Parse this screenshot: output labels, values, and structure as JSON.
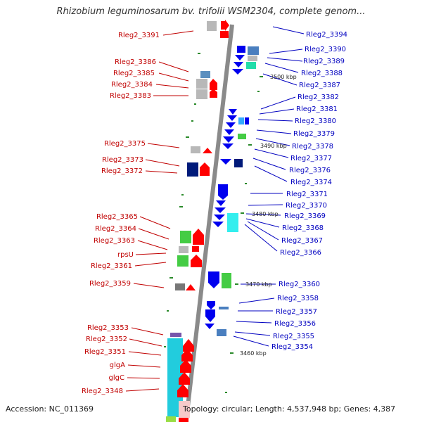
{
  "title": "Rhizobium leguminosarum bv. trifolii WSM2304, complete genom...",
  "footer": {
    "accession": "Accession: NC_011369",
    "topology": "Topology: circular; Length: 4,537,948 bp; Genes: 4,387"
  },
  "ruler": [
    "3500 kbp",
    "3490 kbp",
    "3480 kbp",
    "3470 kbp",
    "3460 kbp"
  ],
  "left_labels": [
    "Rleg2_3391",
    "Rleg2_3386",
    "Rleg2_3385",
    "Rleg2_3384",
    "Rleg2_3383",
    "Rleg2_3375",
    "Rleg2_3373",
    "Rleg2_3372",
    "Rleg2_3365",
    "Rleg2_3364",
    "Rleg2_3363",
    "rpsU",
    "Rleg2_3361",
    "Rleg2_3359",
    "Rleg2_3353",
    "Rleg2_3352",
    "Rleg2_3351",
    "glgA",
    "glgC",
    "Rleg2_3348"
  ],
  "right_labels": [
    "Rleg2_3394",
    "Rleg2_3390",
    "Rleg2_3389",
    "Rleg2_3388",
    "Rleg2_3387",
    "Rleg2_3382",
    "Rleg2_3381",
    "Rleg2_3380",
    "Rleg2_3379",
    "Rleg2_3378",
    "Rleg2_3377",
    "Rleg2_3376",
    "Rleg2_3374",
    "Rleg2_3371",
    "Rleg2_3370",
    "Rleg2_3369",
    "Rleg2_3368",
    "Rleg2_3367",
    "Rleg2_3366",
    "Rleg2_3360",
    "Rleg2_3358",
    "Rleg2_3357",
    "Rleg2_3356",
    "Rleg2_3355",
    "Rleg2_3354"
  ],
  "colors": {
    "left_label": "#c00000",
    "right_label": "#0000c0",
    "forward_gene": "#ff0000",
    "reverse_gene": "#0000ee",
    "backbone": "#888888"
  }
}
